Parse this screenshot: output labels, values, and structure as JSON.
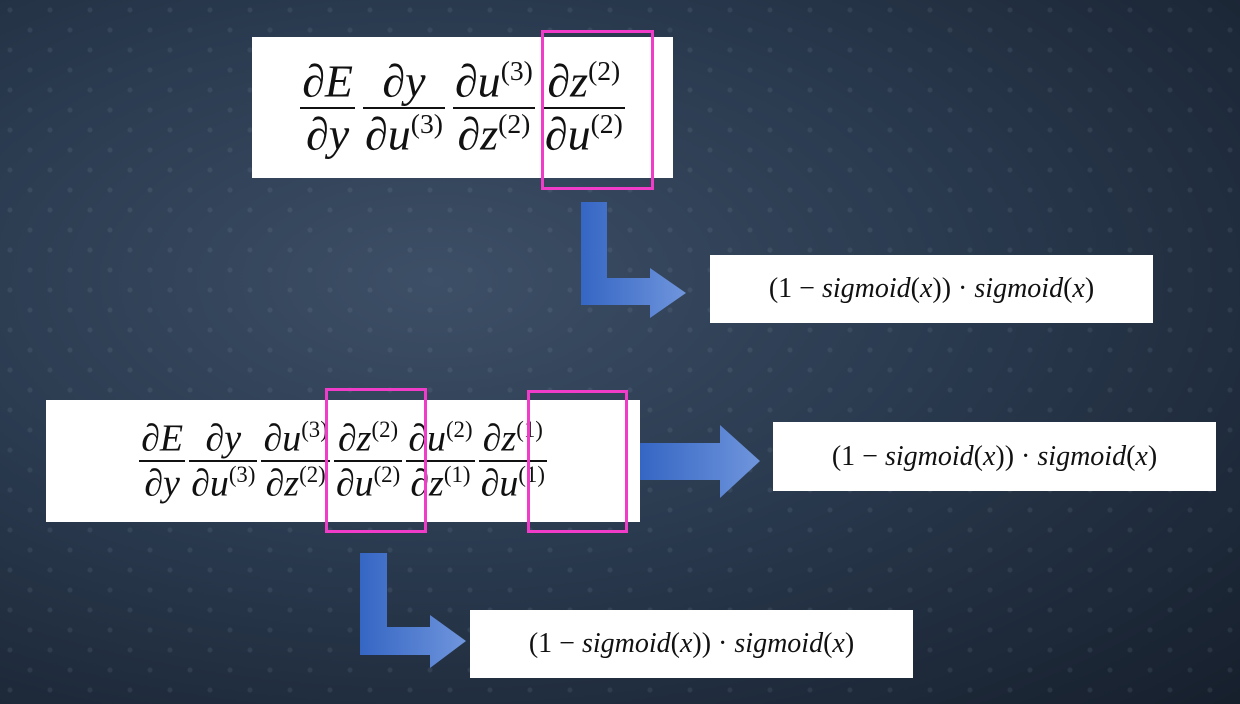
{
  "top_equation": [
    {
      "num": "∂E",
      "num_sup": "",
      "den": "∂y",
      "den_sup": ""
    },
    {
      "num": "∂y",
      "num_sup": "",
      "den": "∂u",
      "den_sup": "(3)"
    },
    {
      "num": "∂u",
      "num_sup": "(3)",
      "den": "∂z",
      "den_sup": "(2)"
    },
    {
      "num": "∂z",
      "num_sup": "(2)",
      "den": "∂u",
      "den_sup": "(2)"
    }
  ],
  "bottom_equation": [
    {
      "num": "∂E",
      "num_sup": "",
      "den": "∂y",
      "den_sup": ""
    },
    {
      "num": "∂y",
      "num_sup": "",
      "den": "∂u",
      "den_sup": "(3)"
    },
    {
      "num": "∂u",
      "num_sup": "(3)",
      "den": "∂z",
      "den_sup": "(2)"
    },
    {
      "num": "∂z",
      "num_sup": "(2)",
      "den": "∂u",
      "den_sup": "(2)"
    },
    {
      "num": "∂u",
      "num_sup": "(2)",
      "den": "∂z",
      "den_sup": "(1)"
    },
    {
      "num": "∂z",
      "num_sup": "(1)",
      "den": "∂u",
      "den_sup": "(1)"
    }
  ],
  "results": [
    {
      "open": "(1 − ",
      "fn1": "sigmoid",
      "mid1": "(",
      "x1": "x",
      "mid2": ")) · ",
      "fn2": "sigmoid",
      "mid3": "(",
      "x2": "x",
      "close": ")"
    },
    {
      "open": "(1 − ",
      "fn1": "sigmoid",
      "mid1": "(",
      "x1": "x",
      "mid2": ")) · ",
      "fn2": "sigmoid",
      "mid3": "(",
      "x2": "x",
      "close": ")"
    },
    {
      "open": "(1 − ",
      "fn1": "sigmoid",
      "mid1": "(",
      "x1": "x",
      "mid2": ")) · ",
      "fn2": "sigmoid",
      "mid3": "(",
      "x2": "x",
      "close": ")"
    }
  ],
  "colors": {
    "highlight": "#f03cc8",
    "arrow_start": "#3566c4",
    "arrow_end": "#6f95dc"
  }
}
